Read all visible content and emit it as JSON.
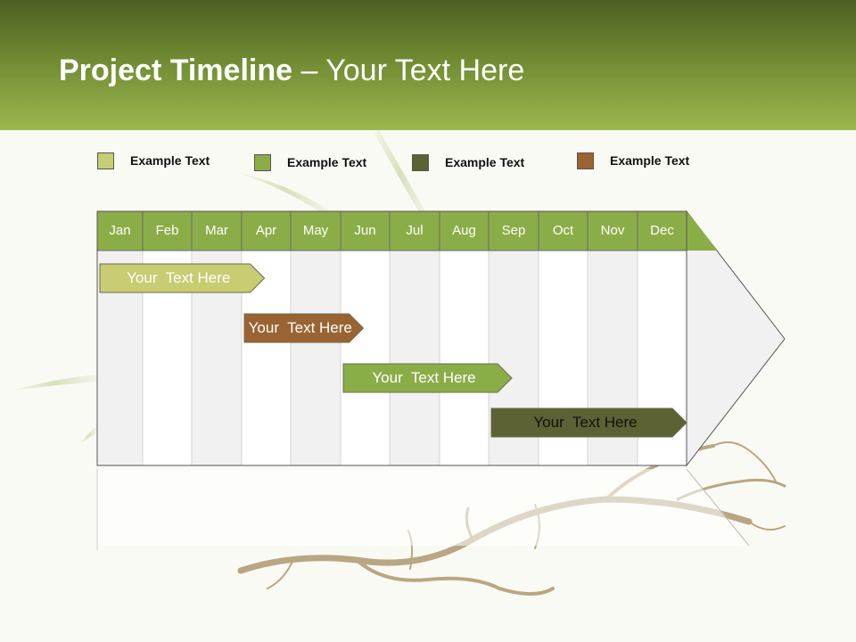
{
  "title": {
    "bold": "Project Timeline",
    "rest": " – Your Text Here"
  },
  "legend": [
    {
      "label": "Example Text",
      "color": "#c8cc72"
    },
    {
      "label": "Example Text",
      "color": "#8bad48"
    },
    {
      "label": "Example Text",
      "color": "#5c6234"
    },
    {
      "label": "Example Text",
      "color": "#9a6332"
    }
  ],
  "months": [
    "Jan",
    "Feb",
    "Mar",
    "Apr",
    "May",
    "Jun",
    "Jul",
    "Aug",
    "Sep",
    "Oct",
    "Nov",
    "Dec"
  ],
  "tasks": [
    {
      "label": "Your  Text Here",
      "start": "Jan",
      "end": "Apr",
      "color": "#c8cc72",
      "text_color": "#ffffff"
    },
    {
      "label": "Your  Text Here",
      "start": "Apr",
      "end": "Jun",
      "color": "#9a6332",
      "text_color": "#ffffff"
    },
    {
      "label": "Your  Text Here",
      "start": "Jun",
      "end": "Sep",
      "color": "#8bad48",
      "text_color": "#ffffff"
    },
    {
      "label": "Your  Text Here",
      "start": "Sep",
      "end": "Dec",
      "color": "#5c6234",
      "text_color": "#111111"
    }
  ],
  "colors": {
    "header_band": "#8aa63e",
    "month_bar": "#8bad48"
  }
}
